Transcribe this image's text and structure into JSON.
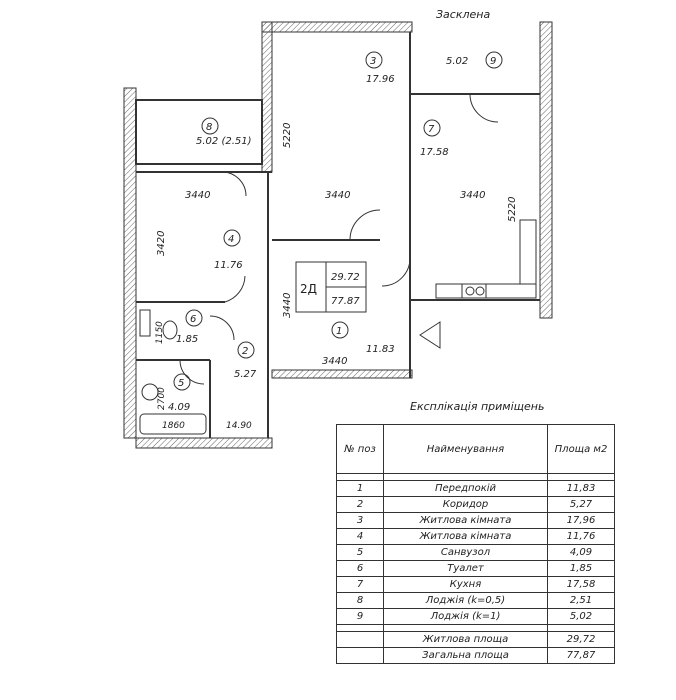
{
  "plan": {
    "glazed_label": "Засклена",
    "dimensions": [
      "3440",
      "3440",
      "3440",
      "5220",
      "5220",
      "3420",
      "3440",
      "3440",
      "1150",
      "2700",
      "1860",
      "14.90"
    ],
    "apartment_type": "2Д",
    "living_area_total": "29.72",
    "total_area": "77.87",
    "rooms": [
      {
        "num": "1",
        "area": "11.83"
      },
      {
        "num": "2",
        "area": "5.27"
      },
      {
        "num": "3",
        "area": "17.96"
      },
      {
        "num": "4",
        "area": "11.76"
      },
      {
        "num": "5",
        "area": "4.09"
      },
      {
        "num": "6",
        "area": "1.85"
      },
      {
        "num": "7",
        "area": "17.58"
      },
      {
        "num": "8",
        "area": "5.02 (2.51)"
      },
      {
        "num": "9",
        "area": "5.02"
      }
    ]
  },
  "explication": {
    "title": "Експлікація приміщень",
    "headers": {
      "pos": "№ поз",
      "name": "Найменування",
      "area": "Площа м2"
    },
    "rows": [
      {
        "pos": "1",
        "name": "Передпокій",
        "area": "11,83"
      },
      {
        "pos": "2",
        "name": "Коридор",
        "area": "5,27"
      },
      {
        "pos": "3",
        "name": "Житлова кімната",
        "area": "17,96"
      },
      {
        "pos": "4",
        "name": "Житлова кімната",
        "area": "11,76"
      },
      {
        "pos": "5",
        "name": "Санвузол",
        "area": "4,09"
      },
      {
        "pos": "6",
        "name": "Туалет",
        "area": "1,85"
      },
      {
        "pos": "7",
        "name": "Кухня",
        "area": "17,58"
      },
      {
        "pos": "8",
        "name": "Лоджія (k=0,5)",
        "area": "2,51"
      },
      {
        "pos": "9",
        "name": "Лоджія (k=1)",
        "area": "5,02"
      }
    ],
    "summary": [
      {
        "name": "Житлова площа",
        "area": "29,72"
      },
      {
        "name": "Загальна площа",
        "area": "77,87"
      }
    ]
  }
}
